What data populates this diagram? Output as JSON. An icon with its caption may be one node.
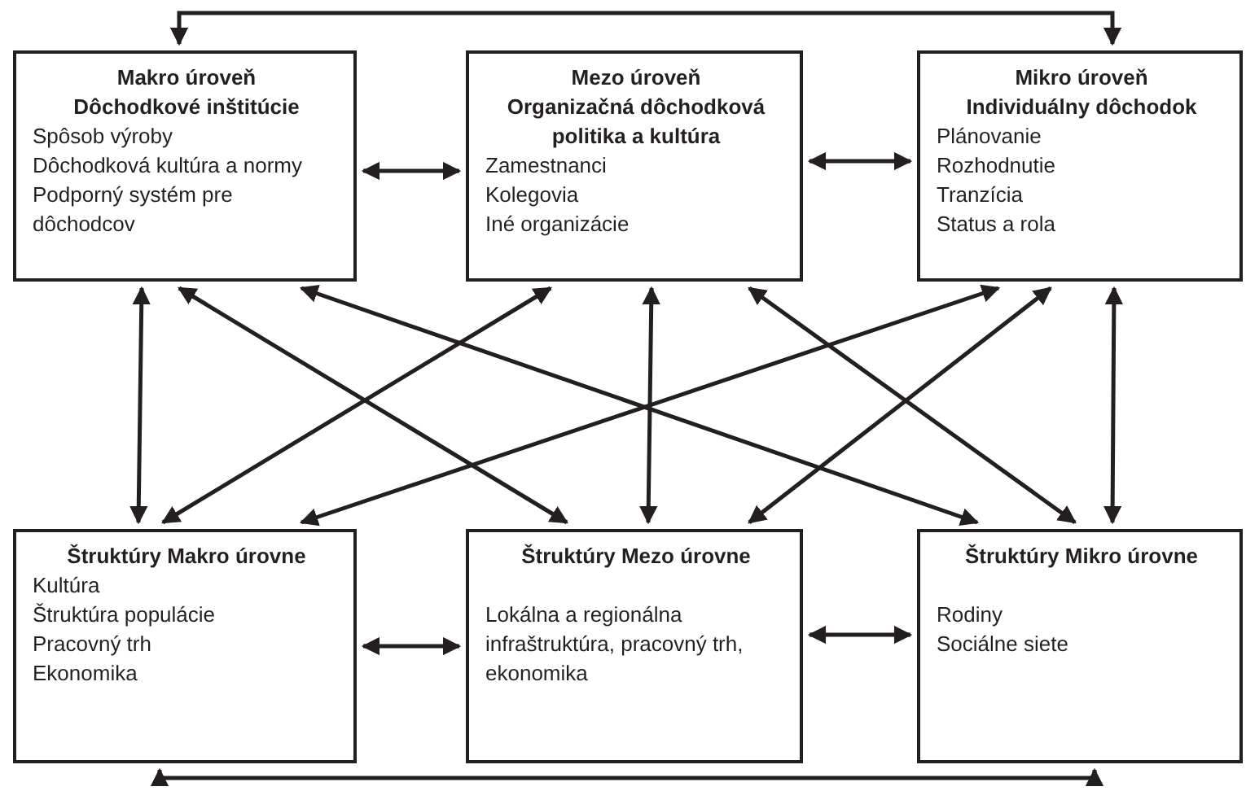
{
  "diagram": {
    "nodes": [
      {
        "text": [
          "Makro úroveň",
          "Dôchodkové inštitúcie",
          "Spôsob výroby",
          "Dôchodková kultúra a normy",
          "Podporný systém pre dôchodcov"
        ]
      },
      {
        "text": [
          "Mezo úroveň",
          "Organizačná dôchodková politika a kultúra",
          "Zamestnanci",
          "Kolegovia",
          "Iné organizácie"
        ]
      },
      {
        "text": [
          "Mikro úroveň",
          "Individuálny dôchodok",
          "Plánovanie",
          "Rozhodnutie",
          "Tranzícia",
          "Status a rola"
        ]
      },
      {
        "text": [
          "Štruktúry Makro úrovne",
          "Kultúra",
          "Štruktúra populácie",
          "Pracovný trh",
          "Ekonomika"
        ]
      },
      {
        "text": [
          "Štruktúry Mezo úrovne",
          "Lokálna a regionálna infraštruktúra, pracovný trh, ekonomika"
        ]
      },
      {
        "text": [
          "Štruktúry Mikro úrovne",
          "Rodiny",
          "Sociálne siete"
        ]
      }
    ],
    "edges": [
      {
        "from": 0,
        "to": 1,
        "arrow": "both"
      },
      {
        "from": 1,
        "to": 2,
        "arrow": "both"
      },
      {
        "from": 3,
        "to": 4,
        "arrow": "both"
      },
      {
        "from": 4,
        "to": 5,
        "arrow": "both"
      },
      {
        "from": 0,
        "to": 2,
        "arrow": "both"
      },
      {
        "from": 3,
        "to": 5,
        "arrow": "both"
      },
      {
        "from": 0,
        "to": 3,
        "arrow": "both"
      },
      {
        "from": 1,
        "to": 4,
        "arrow": "both"
      },
      {
        "from": 2,
        "to": 5,
        "arrow": "both"
      },
      {
        "from": 0,
        "to": 4,
        "arrow": "both"
      },
      {
        "from": 0,
        "to": 5,
        "arrow": "both"
      },
      {
        "from": 1,
        "to": 3,
        "arrow": "both"
      },
      {
        "from": 1,
        "to": 5,
        "arrow": "both"
      },
      {
        "from": 2,
        "to": 3,
        "arrow": "both"
      },
      {
        "from": 2,
        "to": 4,
        "arrow": "both"
      }
    ]
  }
}
